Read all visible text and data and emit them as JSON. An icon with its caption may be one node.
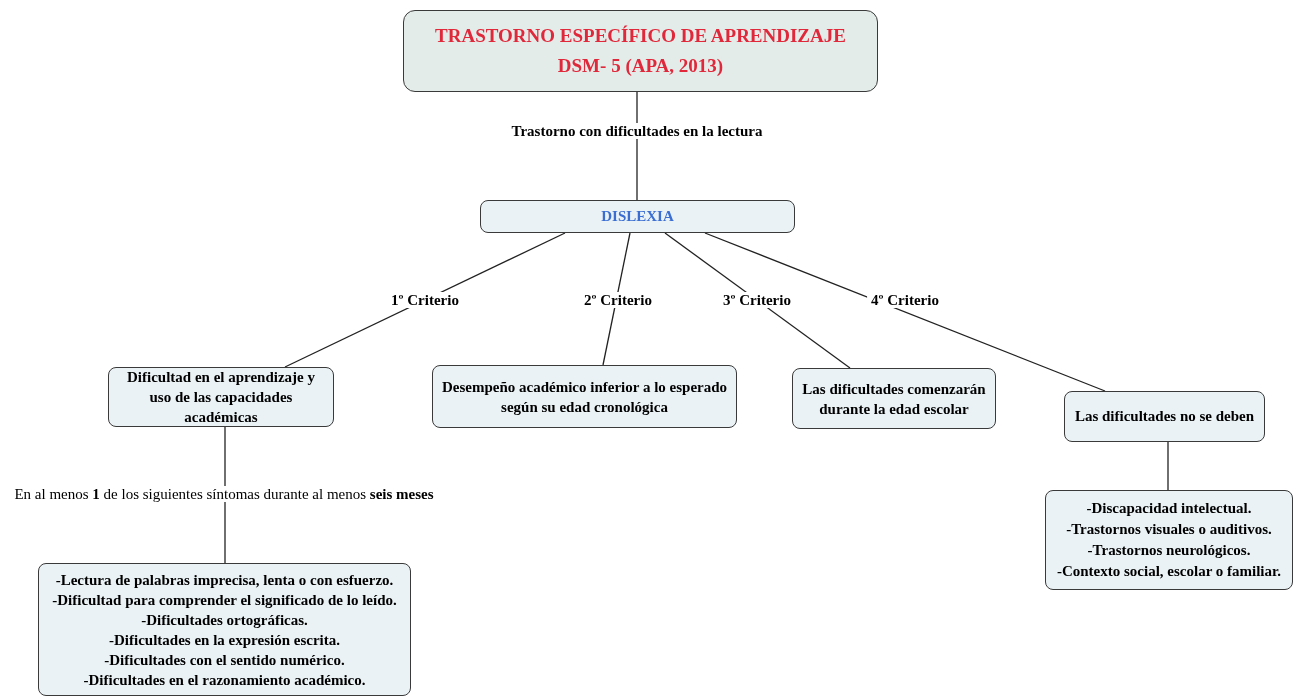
{
  "diagram": {
    "nodes": [
      {
        "text": [
          "TRASTORNO ESPECÍFICO DE APRENDIZAJE",
          "DSM- 5 (APA, 2013)"
        ]
      },
      {
        "text": [
          "DISLEXIA"
        ]
      },
      {
        "text": [
          "Dificultad en el aprendizaje y uso de las capacidades académicas"
        ]
      },
      {
        "text": [
          "Desempeño académico inferior a lo esperado según su edad cronológica"
        ]
      },
      {
        "text": [
          "Las dificultades comenzarán durante la edad escolar"
        ]
      },
      {
        "text": [
          "Las dificultades no se deben"
        ]
      },
      {
        "text": [
          "-Lectura de palabras imprecisa, lenta o con esfuerzo.",
          "-Dificultad para comprender el significado de lo leído.",
          "-Dificultades ortográficas.",
          "-Dificultades en la expresión escrita.",
          "-Dificultades con el sentido numérico.",
          "-Dificultades en el razonamiento académico."
        ]
      },
      {
        "text": [
          "-Discapacidad intelectual.",
          "-Trastornos visuales o auditivos.",
          "-Trastornos neurológicos.",
          "-Contexto social, escolar o familiar."
        ]
      }
    ],
    "edges": [
      {
        "from": 0,
        "to": 1,
        "arrow": "none",
        "label": "Trastorno con dificultades en la lectura"
      },
      {
        "from": 1,
        "to": 2,
        "arrow": "none",
        "label": "1º Criterio"
      },
      {
        "from": 1,
        "to": 3,
        "arrow": "none",
        "label": "2º Criterio"
      },
      {
        "from": 1,
        "to": 4,
        "arrow": "none",
        "label": "3º Criterio"
      },
      {
        "from": 1,
        "to": 5,
        "arrow": "none",
        "label": "4º Criterio"
      },
      {
        "from": 2,
        "to": 6,
        "arrow": "none",
        "label": "En al menos **1** de los siguientes síntomas durante al menos **seis** **meses**"
      },
      {
        "from": 5,
        "to": 7,
        "arrow": "none"
      }
    ]
  }
}
